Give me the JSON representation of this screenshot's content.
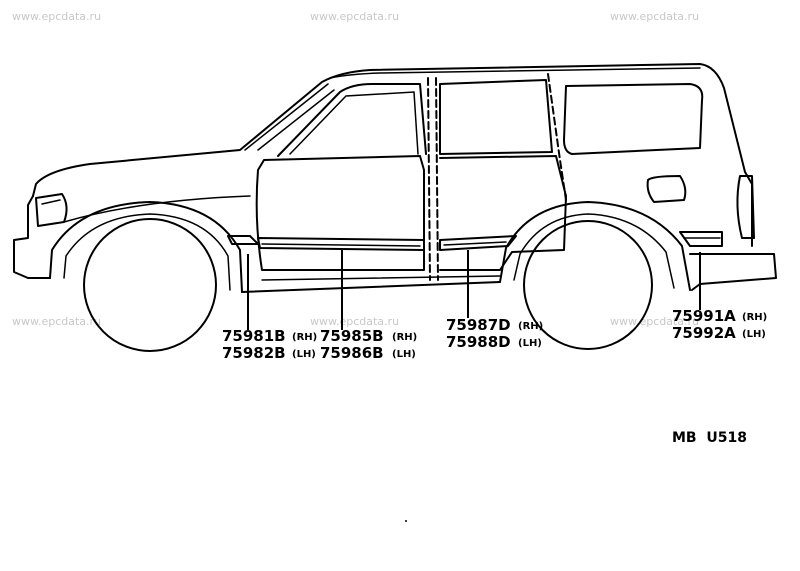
{
  "watermark": "www.epcdata.ru",
  "diagram_code": "MB  U518",
  "callouts": [
    {
      "id": "front_fender",
      "rh_part": "75981B",
      "rh_side": "(RH)",
      "lh_part": "75982B",
      "lh_side": "(LH)"
    },
    {
      "id": "front_door",
      "rh_part": "75985B",
      "rh_side": "(RH)",
      "lh_part": "75986B",
      "lh_side": "(LH)"
    },
    {
      "id": "rear_door",
      "rh_part": "75987D",
      "rh_side": "(RH)",
      "lh_part": "75988D",
      "lh_side": "(LH)"
    },
    {
      "id": "quarter",
      "rh_part": "75991A",
      "rh_side": "(RH)",
      "lh_part": "75992A",
      "lh_side": "(LH)"
    }
  ],
  "colors": {
    "ink": "#000000",
    "watermark": "#c8c8c8",
    "background": "#ffffff"
  }
}
